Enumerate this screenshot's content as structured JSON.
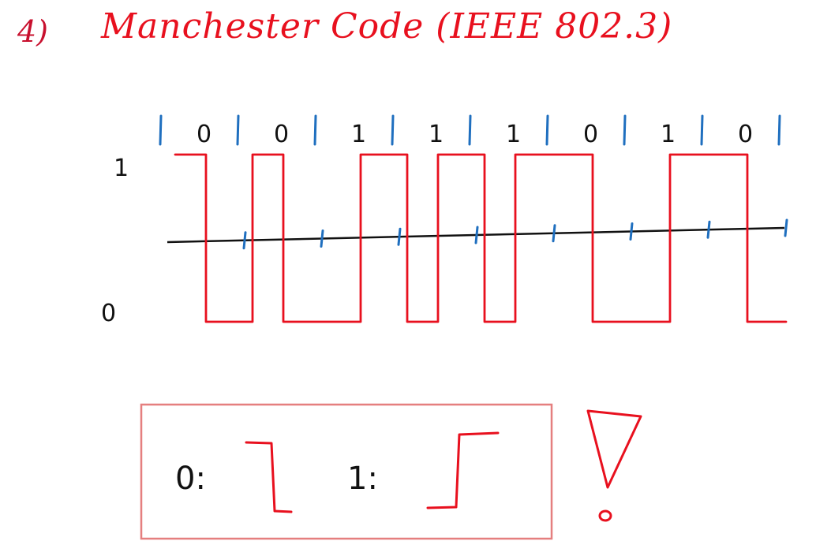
{
  "header": {
    "section_number": "4)",
    "title": "Manchester Code (IEEE 802.3)"
  },
  "levels": {
    "high": "1",
    "low": "0"
  },
  "bits": [
    "0",
    "0",
    "1",
    "1",
    "1",
    "0",
    "1",
    "0"
  ],
  "legend": {
    "zero_label": "0:",
    "one_label": "1:"
  },
  "colors": {
    "signal": "#e8101e",
    "bit_dividers": "#1f6fbf",
    "axis": "#111111",
    "legend_border": "#e57f7f"
  },
  "icons": {
    "warning": "exclamation-mark-icon",
    "zero_transition": "falling-edge-icon",
    "one_transition": "rising-edge-icon"
  }
}
